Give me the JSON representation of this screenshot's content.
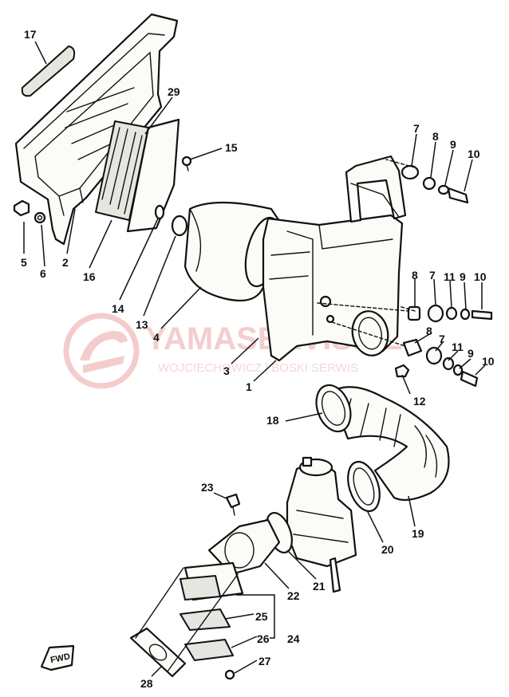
{
  "callouts": [
    {
      "id": "17",
      "text": "17"
    },
    {
      "id": "29",
      "text": "29"
    },
    {
      "id": "15",
      "text": "15"
    },
    {
      "id": "7a",
      "text": "7"
    },
    {
      "id": "8a",
      "text": "8"
    },
    {
      "id": "9a",
      "text": "9"
    },
    {
      "id": "10a",
      "text": "10"
    },
    {
      "id": "5",
      "text": "5"
    },
    {
      "id": "6",
      "text": "6"
    },
    {
      "id": "2",
      "text": "2"
    },
    {
      "id": "16",
      "text": "16"
    },
    {
      "id": "14",
      "text": "14"
    },
    {
      "id": "13",
      "text": "13"
    },
    {
      "id": "4",
      "text": "4"
    },
    {
      "id": "8b",
      "text": "8"
    },
    {
      "id": "7b",
      "text": "7"
    },
    {
      "id": "11a",
      "text": "11"
    },
    {
      "id": "9b",
      "text": "9"
    },
    {
      "id": "10b",
      "text": "10"
    },
    {
      "id": "3",
      "text": "3"
    },
    {
      "id": "1",
      "text": "1"
    },
    {
      "id": "8c",
      "text": "8"
    },
    {
      "id": "7c",
      "text": "7"
    },
    {
      "id": "11b",
      "text": "11"
    },
    {
      "id": "9c",
      "text": "9"
    },
    {
      "id": "10c",
      "text": "10"
    },
    {
      "id": "12",
      "text": "12"
    },
    {
      "id": "18",
      "text": "18"
    },
    {
      "id": "19",
      "text": "19"
    },
    {
      "id": "23",
      "text": "23"
    },
    {
      "id": "20",
      "text": "20"
    },
    {
      "id": "21",
      "text": "21"
    },
    {
      "id": "22",
      "text": "22"
    },
    {
      "id": "25",
      "text": "25"
    },
    {
      "id": "24",
      "text": "24"
    },
    {
      "id": "26",
      "text": "26"
    },
    {
      "id": "27",
      "text": "27"
    },
    {
      "id": "28",
      "text": "28"
    }
  ],
  "fwd_label": "FWD",
  "watermark": {
    "brand": "YAMASERVIS.PL",
    "sub": "WOJCIECHOWICZ | BOSKI SERWIS"
  }
}
